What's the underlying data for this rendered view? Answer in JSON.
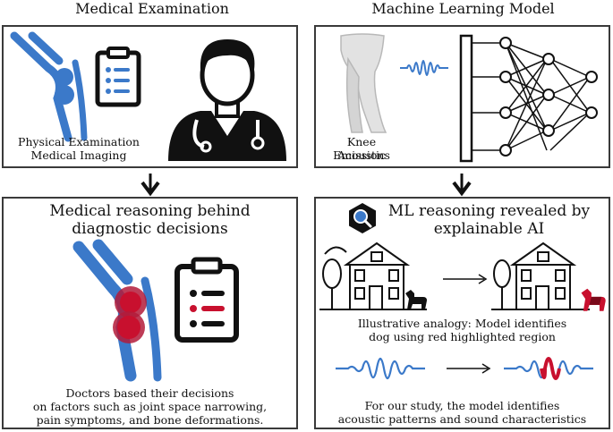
{
  "left_column": {
    "title": "Medical Examination",
    "top_caption_line1": "Physical Examination",
    "top_caption_line2": "Medical Imaging",
    "bottom_title_line1": "Medical reasoning behind",
    "bottom_title_line2": "diagnostic decisions",
    "bottom_caption_line1": "Doctors based their decisions",
    "bottom_caption_line2": "on factors such as joint space narrowing,",
    "bottom_caption_line3": "pain symptoms, and bone deformations."
  },
  "right_column": {
    "title": "Machine Learning Model",
    "top_caption_line1": "Knee Acoustic",
    "top_caption_line2": "Emissions",
    "bottom_title_line1": "ML reasoning revealed by",
    "bottom_title_line2": "explainable AI",
    "analogy_line1": "Illustrative analogy: Model identifies",
    "analogy_line2": "dog using red highlighted region",
    "study_line1": "For our study, the model identifies",
    "study_line2": "acoustic patterns and sound characteristics"
  },
  "colors": {
    "blue": "#3b79c9",
    "red": "#c8102e",
    "dark": "#1a1a1a",
    "border": "#3a3a3a"
  },
  "icons": [
    "knee-bone-icon",
    "clipboard-icon",
    "doctor-icon",
    "leg-icon",
    "waveform-icon",
    "neural-network-icon",
    "magnifier-icon",
    "house-icon",
    "dog-icon",
    "arrow-icon"
  ]
}
